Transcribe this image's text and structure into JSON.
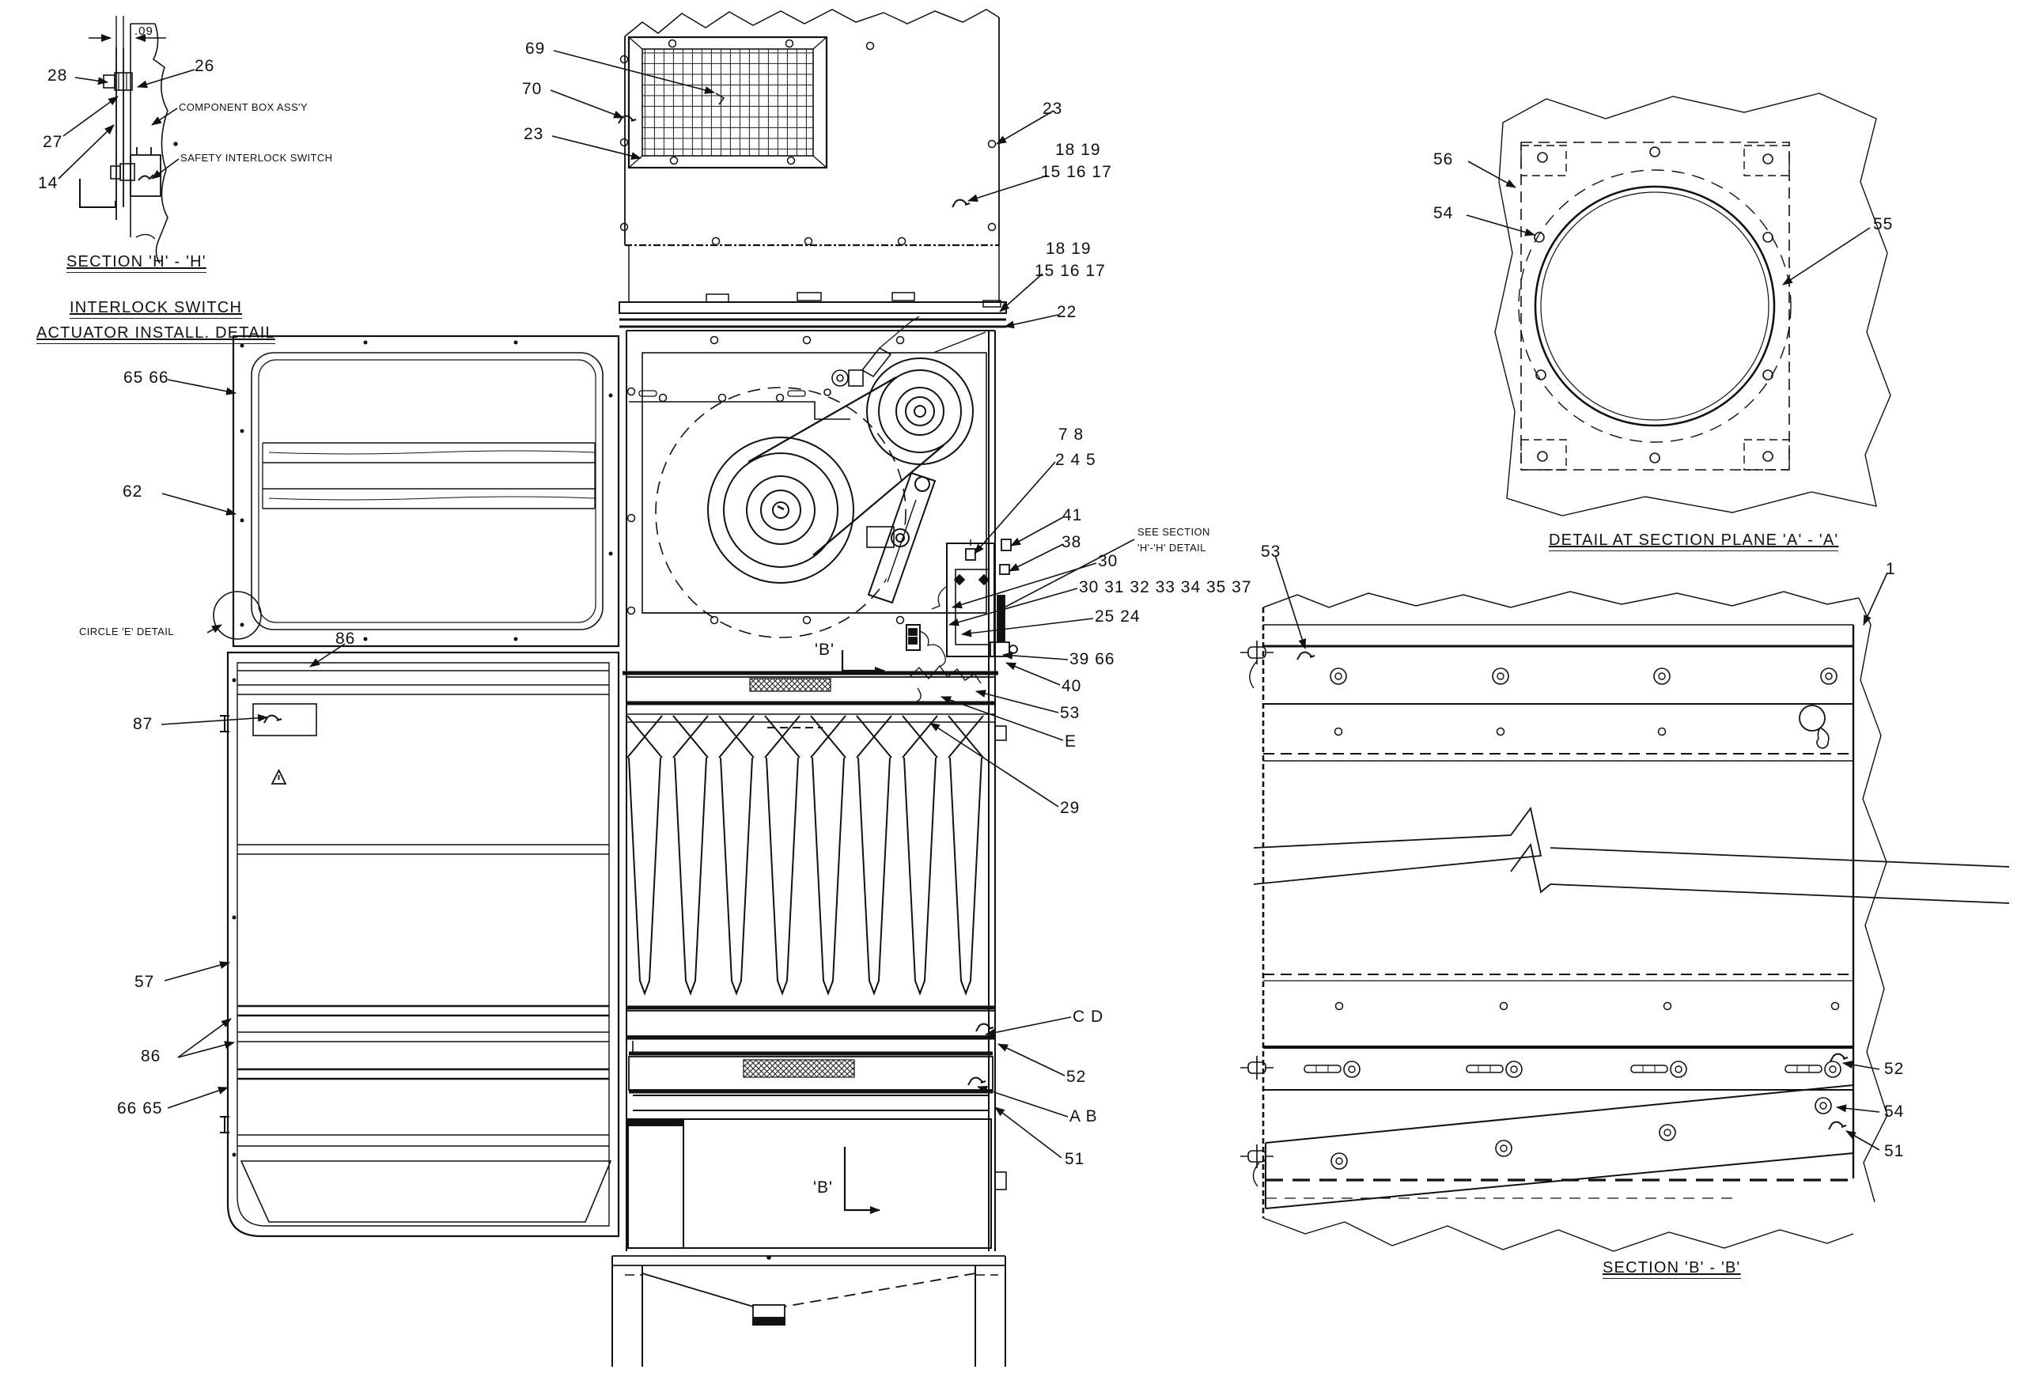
{
  "views": {
    "section_h": {
      "title": "SECTION 'H' - 'H'",
      "subtitle1": "INTERLOCK SWITCH",
      "subtitle2": "ACTUATOR INSTALL. DETAIL",
      "dim": ".09",
      "note_component_box": "COMPONENT BOX ASS'Y",
      "note_safety_switch": "SAFETY INTERLOCK SWITCH",
      "c28": "28",
      "c26": "26",
      "c27": "27",
      "c14": "14"
    },
    "top_panel": {
      "c69": "69",
      "c70": "70",
      "c23_left": "23",
      "c23_right": "23",
      "c18_19": "18 19",
      "c15_16_17": "15  16  17"
    },
    "cabinet": {
      "c18_19": "18  19",
      "c15_16_17": "15 16  17",
      "c22": "22",
      "c7_8": "7   8",
      "c2_4_5": "2   4   5",
      "c41": "41",
      "c38": "38",
      "see_section_1": "SEE SECTION",
      "see_section_2": "'H'-'H' DETAIL",
      "c30": "30",
      "c30_37": "30 31 32 33 34 35 37",
      "c25_24": "25 24",
      "c39_66": "39 66",
      "c40": "40",
      "c53": "53",
      "cE": "E",
      "c29": "29",
      "b_top": "'B'",
      "b_bottom": "'B'",
      "cC_D": "C   D",
      "c52": "52",
      "cA_B": "A   B",
      "c51": "51"
    },
    "left_doors": {
      "c65_66": "65 66",
      "c62": "62",
      "circle_e": "CIRCLE 'E' DETAIL",
      "c86_top": "86",
      "c87": "87",
      "c57": "57",
      "c86_bottom": "86",
      "c66_65": "66 65"
    },
    "flange_detail": {
      "c56": "56",
      "c54": "54",
      "c55": "55"
    },
    "section_a": {
      "title": "DETAIL AT SECTION PLANE 'A' - 'A'",
      "c53": "53",
      "c1": "1"
    },
    "section_b": {
      "title": "SECTION 'B' - 'B'",
      "c52": "52",
      "c54": "54",
      "c51": "51"
    }
  }
}
